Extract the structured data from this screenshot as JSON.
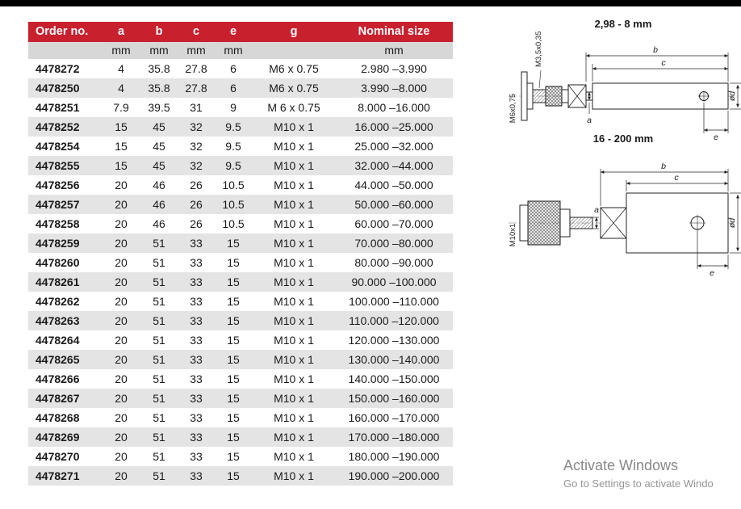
{
  "colors": {
    "header_bg": "#c9202e",
    "row_alt": "#e4e4e4",
    "units_row_bg": "#d7d7d7",
    "top_bar": "#000000"
  },
  "table": {
    "header": {
      "order_no": "Order no.",
      "a": "a",
      "b": "b",
      "c": "c",
      "e": "e",
      "g": "g",
      "nominal": "Nominal size"
    },
    "units": {
      "order_no": "",
      "a": "mm",
      "b": "mm",
      "c": "mm",
      "e": "mm",
      "g": "",
      "nominal": "mm"
    },
    "rows": [
      {
        "order": "4478272",
        "a": "4",
        "b": "35.8",
        "c": "27.8",
        "e": "6",
        "g": "M6 x 0.75",
        "nominal": "2.980 –3.990"
      },
      {
        "order": "4478250",
        "a": "4",
        "b": "35.8",
        "c": "27.8",
        "e": "6",
        "g": "M6 x 0.75",
        "nominal": "3.990 –8.000"
      },
      {
        "order": "4478251",
        "a": "7.9",
        "b": "39.5",
        "c": "31",
        "e": "9",
        "g": "M 6 x 0.75",
        "nominal": "8.000 –16.000"
      },
      {
        "order": "4478252",
        "a": "15",
        "b": "45",
        "c": "32",
        "e": "9.5",
        "g": "M10 x 1",
        "nominal": "16.000 –25.000"
      },
      {
        "order": "4478254",
        "a": "15",
        "b": "45",
        "c": "32",
        "e": "9.5",
        "g": "M10 x 1",
        "nominal": "25.000 –32.000"
      },
      {
        "order": "4478255",
        "a": "15",
        "b": "45",
        "c": "32",
        "e": "9.5",
        "g": "M10 x 1",
        "nominal": "32.000 –44.000"
      },
      {
        "order": "4478256",
        "a": "20",
        "b": "46",
        "c": "26",
        "e": "10.5",
        "g": "M10 x 1",
        "nominal": "44.000 –50.000"
      },
      {
        "order": "4478257",
        "a": "20",
        "b": "46",
        "c": "26",
        "e": "10.5",
        "g": "M10 x 1",
        "nominal": "50.000 –60.000"
      },
      {
        "order": "4478258",
        "a": "20",
        "b": "46",
        "c": "26",
        "e": "10.5",
        "g": "M10 x 1",
        "nominal": "60.000 –70.000"
      },
      {
        "order": "4478259",
        "a": "20",
        "b": "51",
        "c": "33",
        "e": "15",
        "g": "M10 x 1",
        "nominal": "70.000 –80.000"
      },
      {
        "order": "4478260",
        "a": "20",
        "b": "51",
        "c": "33",
        "e": "15",
        "g": "M10 x 1",
        "nominal": "80.000 –90.000"
      },
      {
        "order": "4478261",
        "a": "20",
        "b": "51",
        "c": "33",
        "e": "15",
        "g": "M10 x 1",
        "nominal": "90.000 –100.000"
      },
      {
        "order": "4478262",
        "a": "20",
        "b": "51",
        "c": "33",
        "e": "15",
        "g": "M10 x 1",
        "nominal": "100.000 –110.000"
      },
      {
        "order": "4478263",
        "a": "20",
        "b": "51",
        "c": "33",
        "e": "15",
        "g": "M10 x 1",
        "nominal": "110.000 –120.000"
      },
      {
        "order": "4478264",
        "a": "20",
        "b": "51",
        "c": "33",
        "e": "15",
        "g": "M10 x 1",
        "nominal": "120.000 –130.000"
      },
      {
        "order": "4478265",
        "a": "20",
        "b": "51",
        "c": "33",
        "e": "15",
        "g": "M10 x 1",
        "nominal": "130.000 –140.000"
      },
      {
        "order": "4478266",
        "a": "20",
        "b": "51",
        "c": "33",
        "e": "15",
        "g": "M10 x 1",
        "nominal": "140.000 –150.000"
      },
      {
        "order": "4478267",
        "a": "20",
        "b": "51",
        "c": "33",
        "e": "15",
        "g": "M10 x 1",
        "nominal": "150.000 –160.000"
      },
      {
        "order": "4478268",
        "a": "20",
        "b": "51",
        "c": "33",
        "e": "15",
        "g": "M10 x 1",
        "nominal": "160.000 –170.000"
      },
      {
        "order": "4478269",
        "a": "20",
        "b": "51",
        "c": "33",
        "e": "15",
        "g": "M10 x 1",
        "nominal": "170.000 –180.000"
      },
      {
        "order": "4478270",
        "a": "20",
        "b": "51",
        "c": "33",
        "e": "15",
        "g": "M10 x 1",
        "nominal": "180.000 –190.000"
      },
      {
        "order": "4478271",
        "a": "20",
        "b": "51",
        "c": "33",
        "e": "15",
        "g": "M10 x 1",
        "nominal": "190.000 –200.000"
      }
    ]
  },
  "diagrams": [
    {
      "title": "2,98 - 8 mm",
      "labels": {
        "thread_main": "M6x0,75",
        "thread_top": "M3,5x0,35",
        "b": "b",
        "c": "c",
        "d": "ød",
        "e": "e",
        "a": "a"
      }
    },
    {
      "title": "16 - 200 mm",
      "labels": {
        "thread_main": "M10x1",
        "b": "b",
        "c": "c",
        "d": "ød",
        "e": "e",
        "a": "a"
      }
    }
  ],
  "watermark": {
    "line1": "Activate Windows",
    "line2": "Go to Settings to activate Windo"
  }
}
